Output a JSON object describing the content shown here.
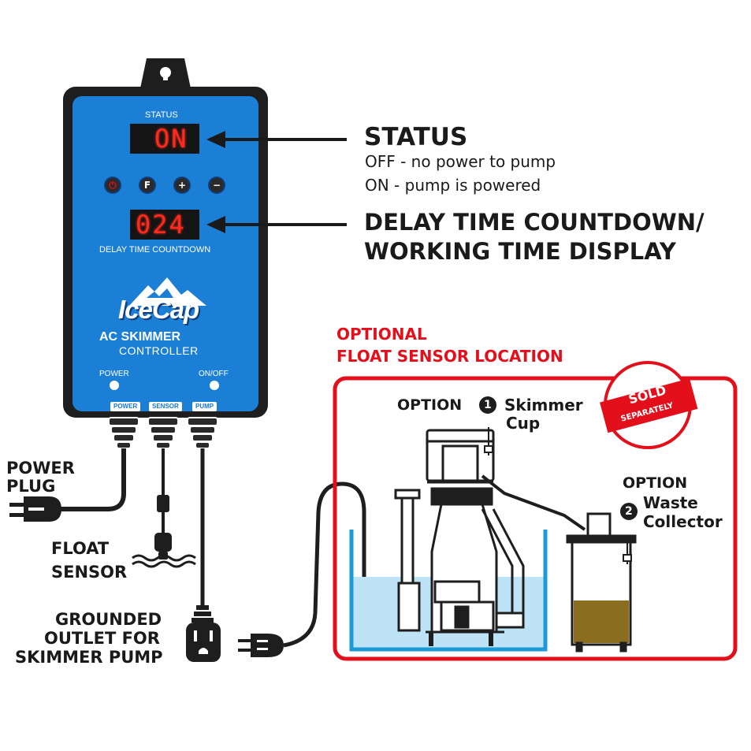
{
  "controller": {
    "status_heading": "STATUS",
    "status_display": "ON",
    "countdown_display": "024",
    "countdown_caption": "DELAY TIME COUNTDOWN",
    "brand": "IceCap",
    "product_line1": "AC SKIMMER",
    "product_line2": "CONTROLLER",
    "indicator_power": "POWER",
    "indicator_onoff": "ON/OFF",
    "button_power_glyph": "⏻",
    "button_f_glyph": "F",
    "button_plus_glyph": "+",
    "button_minus_glyph": "−",
    "port_power": "POWER",
    "port_sensor": "SENSOR",
    "port_pump": "PUMP"
  },
  "callouts": {
    "status_title": "STATUS",
    "status_off": "OFF - no power to pump",
    "status_on": "ON - pump is powered",
    "delay_title_line1": "DELAY TIME COUNTDOWN/",
    "delay_title_line2": "WORKING TIME DISPLAY"
  },
  "cables": {
    "power_plug_line1": "POWER",
    "power_plug_line2": "PLUG",
    "float_sensor_line1": "FLOAT",
    "float_sensor_line2": "SENSOR",
    "outlet_line1": "GROUNDED",
    "outlet_line2": "OUTLET FOR",
    "outlet_line3": "SKIMMER PUMP"
  },
  "optional": {
    "heading_line1": "OPTIONAL",
    "heading_line2": "FLOAT SENSOR LOCATION",
    "option_word": "OPTION",
    "option1_number": "1",
    "option1_line1": "Skimmer",
    "option1_line2": "Cup",
    "option2_number": "2",
    "option2_line1": "Waste",
    "option2_line2": "Collector",
    "badge_line1": "SOLD",
    "badge_line2": "SEPARATELY"
  },
  "colors": {
    "panel_blue": "#1c7fd6",
    "housing": "#1e1e1e",
    "accent_red": "#e3101b",
    "led_red": "#ff2a1e",
    "water": "#bfe3f6",
    "waste": "#8a6d1f"
  }
}
